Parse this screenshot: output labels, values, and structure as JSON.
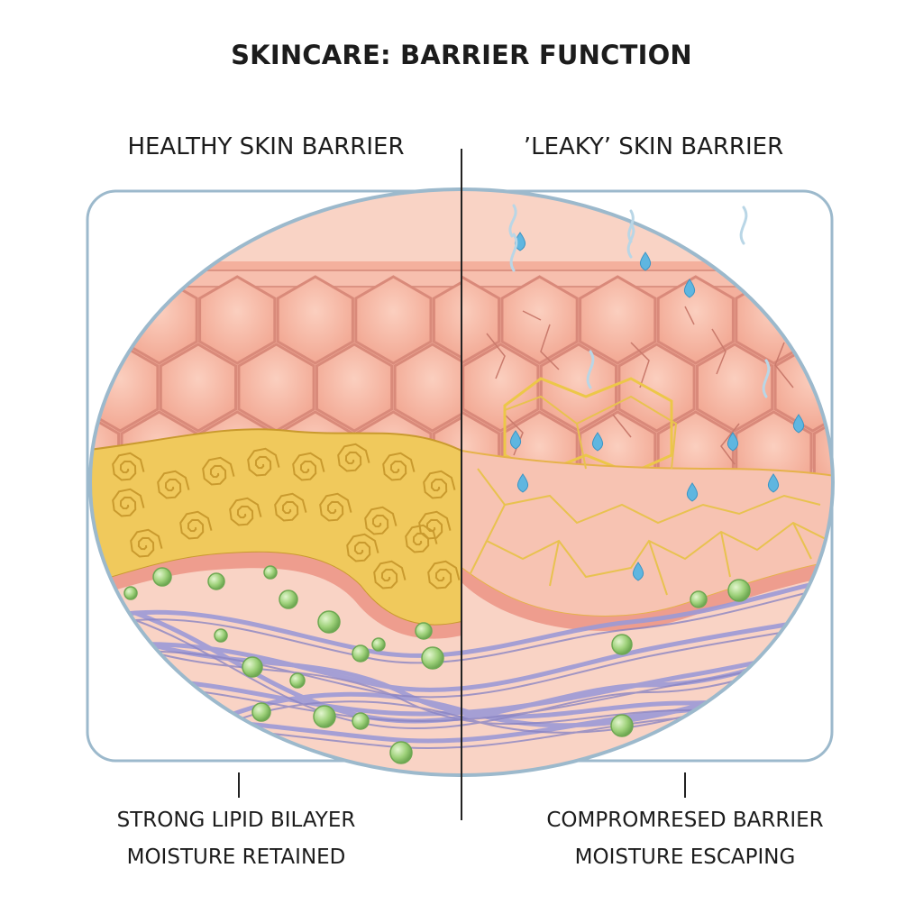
{
  "title": "SKINCARE: BARRIER FUNCTION",
  "left_panel": {
    "heading": "HEALTHY SKIN BARRIER",
    "caption_line1": "STRONG LIPID BILAYER",
    "caption_line2": "MOISTURE RETAINED"
  },
  "right_panel": {
    "heading": "’LEAKY’ SKIN BARRIER",
    "caption_line1": "COMPROMRESED BARRIER",
    "caption_line2": "MOISTURE ESCAPING"
  },
  "colors": {
    "frame": "#9cb9cc",
    "cell_fill": "#f6b8a6",
    "cell_edge": "#d98a7a",
    "lipid": "#f0c95c",
    "lipid_edge": "#c99a2e",
    "dermis": "#f9d3c5",
    "fiber": "#9c9ad6",
    "green_sphere": "#9ed17a",
    "water_drop": "#5fb6e0"
  }
}
